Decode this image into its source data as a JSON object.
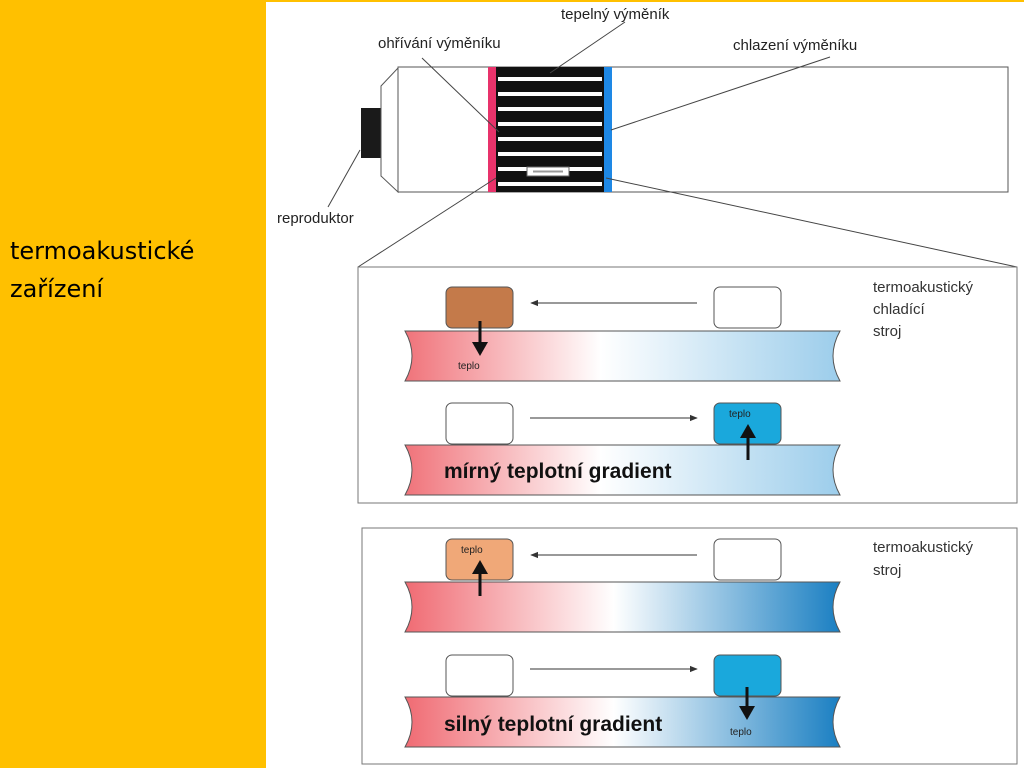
{
  "slide": {
    "title": "termoakustické zařízení"
  },
  "labels": {
    "heat_exchanger": "tepelný výměník",
    "heating": "ohřívání výměníku",
    "cooling": "chlazení výměníku",
    "speaker": "reproduktor"
  },
  "panels": {
    "refrigerator": {
      "title_lines": [
        "termoakustický",
        "chladící",
        "stroj"
      ],
      "heat_label_top": "teplo",
      "heat_label_bottom": "teplo",
      "gradient_label": "mírný teplotní gradient"
    },
    "engine": {
      "title_lines": [
        "termoakustický",
        "stroj"
      ],
      "heat_label_top": "teplo",
      "heat_label_bottom": "teplo",
      "gradient_label": "silný teplotní gradient"
    }
  },
  "colors": {
    "background_accent": "#FFC000",
    "heating_strip": "#E8336B",
    "cooling_strip": "#1E88E5",
    "parcel_hot_dark": "#C47A4A",
    "parcel_hot_light": "#F0A878",
    "parcel_cold": "#1AA8DC"
  }
}
